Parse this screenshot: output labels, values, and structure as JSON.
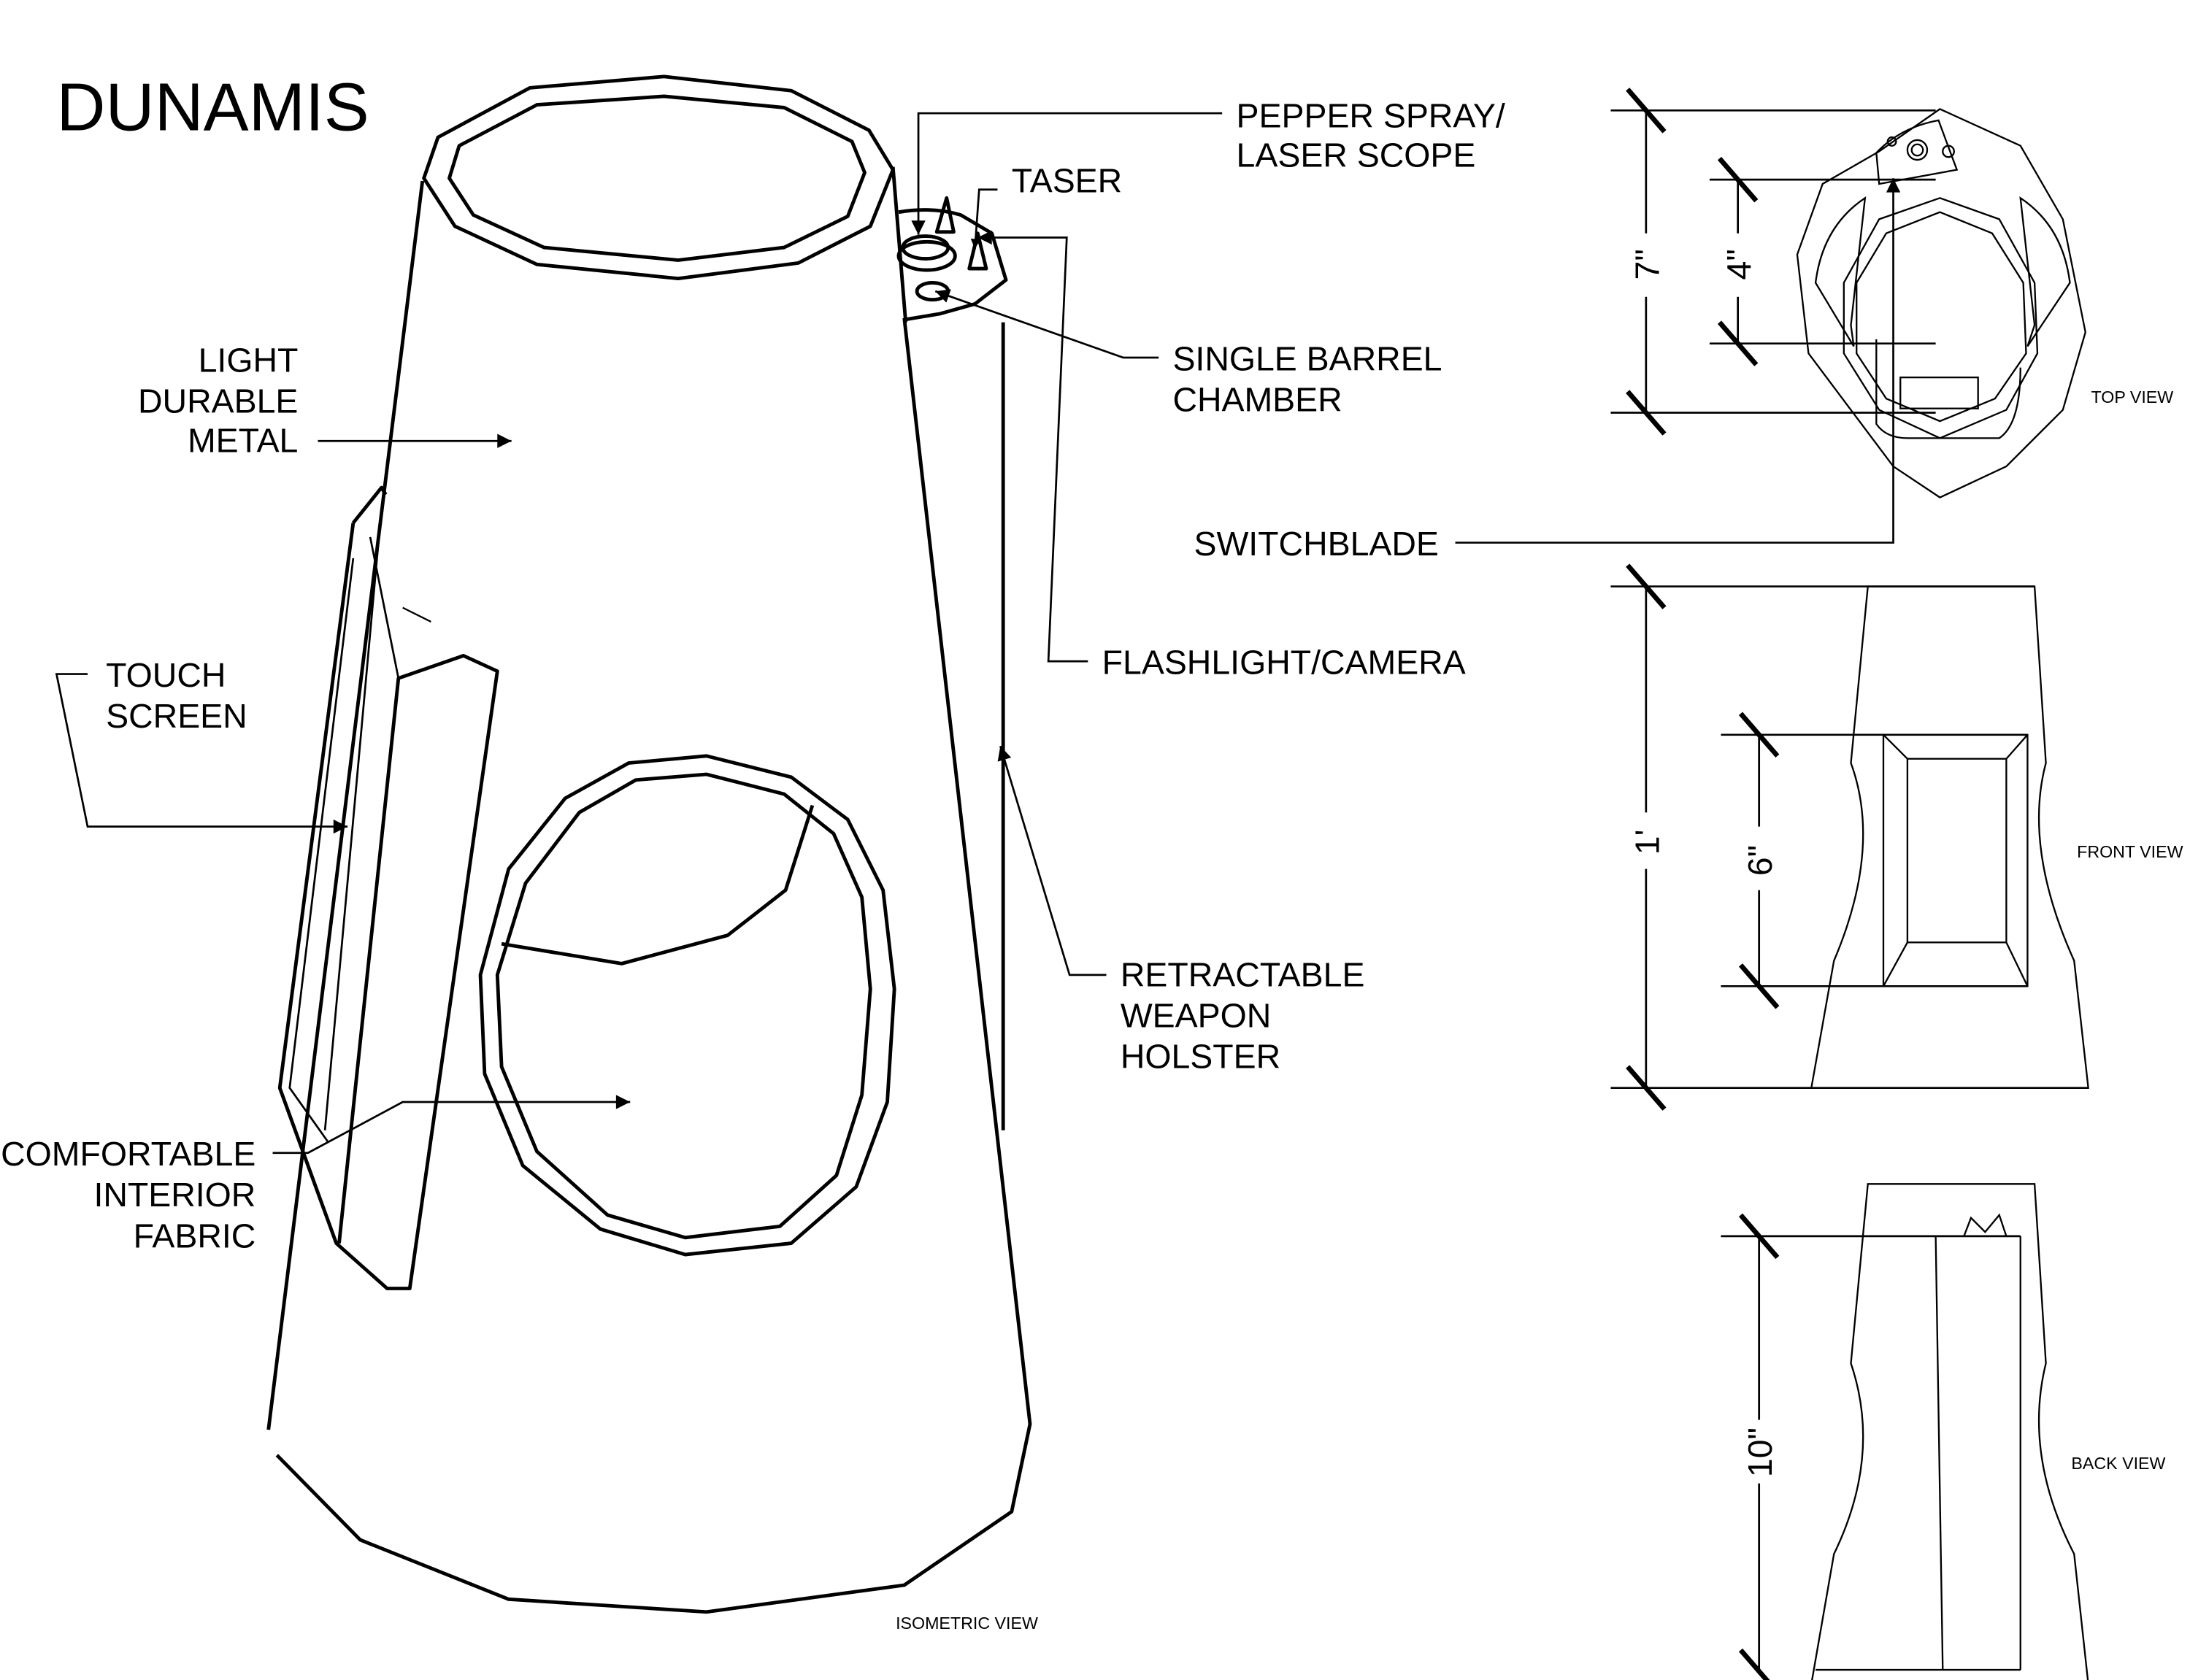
{
  "title": "DUNAMIS",
  "views": {
    "isometric": "ISOMETRIC VIEW",
    "top": "TOP VIEW",
    "front": "FRONT VIEW",
    "back": "BACK VIEW"
  },
  "callouts": {
    "pepper_spray": [
      "PEPPER SPRAY/",
      "LASER SCOPE"
    ],
    "taser": [
      "TASER"
    ],
    "single_barrel": [
      "SINGLE BARREL",
      "CHAMBER"
    ],
    "light_metal": [
      "LIGHT",
      "DURABLE",
      "METAL"
    ],
    "switchblade": [
      "SWITCHBLADE"
    ],
    "flashlight": [
      "FLASHLIGHT/CAMERA"
    ],
    "touch_screen": [
      "TOUCH",
      "SCREEN"
    ],
    "holster": [
      "RETRACTABLE",
      "WEAPON",
      "HOLSTER"
    ],
    "fabric": [
      "COMFORTABLE",
      "INTERIOR",
      "FABRIC"
    ]
  },
  "dimensions": {
    "top_outer": "7\"",
    "top_inner": "4\"",
    "front_height": "1'",
    "front_screen": "6\"",
    "back_height": "10\""
  }
}
